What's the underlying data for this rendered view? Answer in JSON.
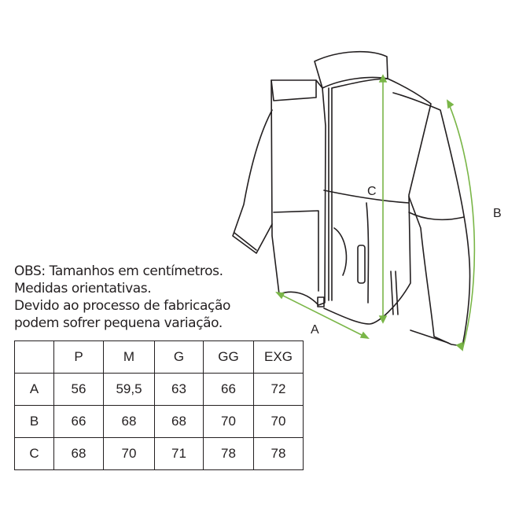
{
  "notes": [
    "OBS: Tamanhos em centímetros.",
    "Medidas orientativas.",
    "Devido ao processo de fabricação",
    "podem sofrer pequena variação."
  ],
  "table": {
    "headers": [
      "",
      "P",
      "M",
      "G",
      "GG",
      "EXG"
    ],
    "rows": [
      {
        "label": "A",
        "values": [
          "56",
          "59,5",
          "63",
          "66",
          "72"
        ]
      },
      {
        "label": "B",
        "values": [
          "66",
          "68",
          "68",
          "70",
          "70"
        ]
      },
      {
        "label": "C",
        "values": [
          "68",
          "70",
          "71",
          "78",
          "78"
        ]
      }
    ]
  },
  "measurements": {
    "a": "A",
    "b": "B",
    "c": "C"
  },
  "colors": {
    "measure_line": "#7ab648",
    "outline": "#231f20"
  }
}
